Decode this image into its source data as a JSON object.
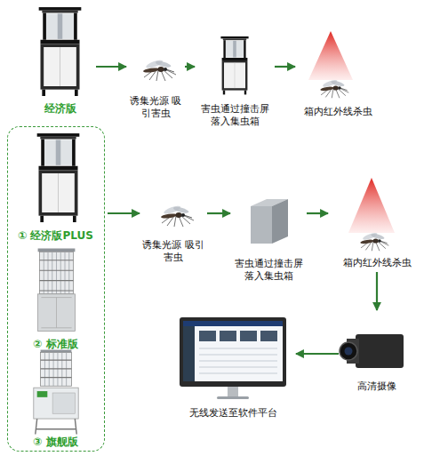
{
  "diagram": {
    "nodes": [
      {
        "text": [
          "经济版"
        ]
      },
      {
        "text": [
          "诱集光源 吸引害虫"
        ]
      },
      {
        "text": [
          "害虫通过撞击屏 落入集虫箱"
        ]
      },
      {
        "text": [
          "箱内红外线杀虫"
        ]
      },
      {
        "text": []
      },
      {
        "text": [
          "① 经济版PLUS"
        ],
        "in": 4
      },
      {
        "text": [
          "② 标准版"
        ],
        "in": 4
      },
      {
        "text": [
          "③ 旗舰版"
        ],
        "in": 4
      },
      {
        "text": [
          "诱集光源 吸引害虫"
        ]
      },
      {
        "text": [
          "害虫通过撞击屏 落入集虫箱"
        ]
      },
      {
        "text": [
          "箱内红外线杀虫"
        ]
      },
      {
        "text": [
          "高清摄像"
        ]
      },
      {
        "text": [
          "无线发送至软件平台"
        ]
      }
    ],
    "edges": [
      {
        "from": 0,
        "to": 1,
        "arrow": "to"
      },
      {
        "from": 1,
        "to": 2,
        "arrow": "to"
      },
      {
        "from": 2,
        "to": 3,
        "arrow": "to"
      },
      {
        "from": 4,
        "to": 8,
        "arrow": "to"
      },
      {
        "from": 8,
        "to": 9,
        "arrow": "to"
      },
      {
        "from": 9,
        "to": 10,
        "arrow": "to"
      },
      {
        "from": 10,
        "to": 11,
        "arrow": "to"
      },
      {
        "from": 11,
        "to": 12,
        "arrow": "to"
      }
    ]
  }
}
